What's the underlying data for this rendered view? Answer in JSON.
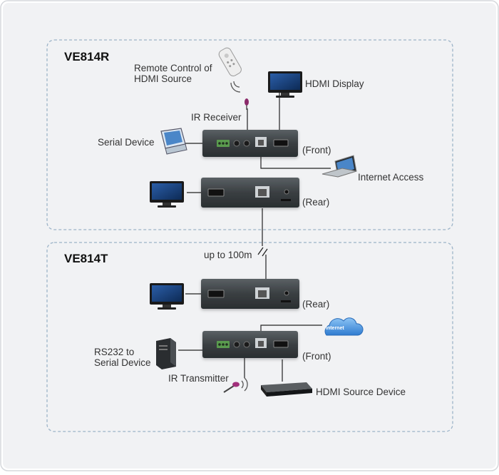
{
  "colors": {
    "page_bg": "#f1f2f4",
    "panel_bg": "#ffffff",
    "dashed_border": "#9db4c8",
    "device_body": "#3c4144",
    "connector_green": "#4caf50",
    "cloud_blue": "#4a90d9"
  },
  "receiver": {
    "title": "VE814R",
    "labels": {
      "remote": [
        "Remote Control of",
        "HDMI Source"
      ],
      "display": "HDMI Display",
      "ir_receiver": "IR Receiver",
      "serial_device": "Serial Device",
      "front": "(Front)",
      "internet_access": "Internet Access",
      "rear": "(Rear)"
    }
  },
  "cable_label": "up to 100m",
  "transmitter": {
    "title": "VE814T",
    "labels": {
      "rear": "(Rear)",
      "front": "(Front)",
      "rs232": [
        "RS232 to",
        "Serial Device"
      ],
      "ir_transmitter": "IR Transmitter",
      "hdmi_source": "HDMI Source Device",
      "cloud_text": "Internet"
    }
  },
  "icons": [
    "remote-control-icon",
    "monitor-icon",
    "ir-receiver-icon",
    "pda-device-icon",
    "laptop-icon",
    "pc-tower-icon",
    "ir-transmitter-icon",
    "media-player-icon",
    "internet-cloud-icon"
  ]
}
